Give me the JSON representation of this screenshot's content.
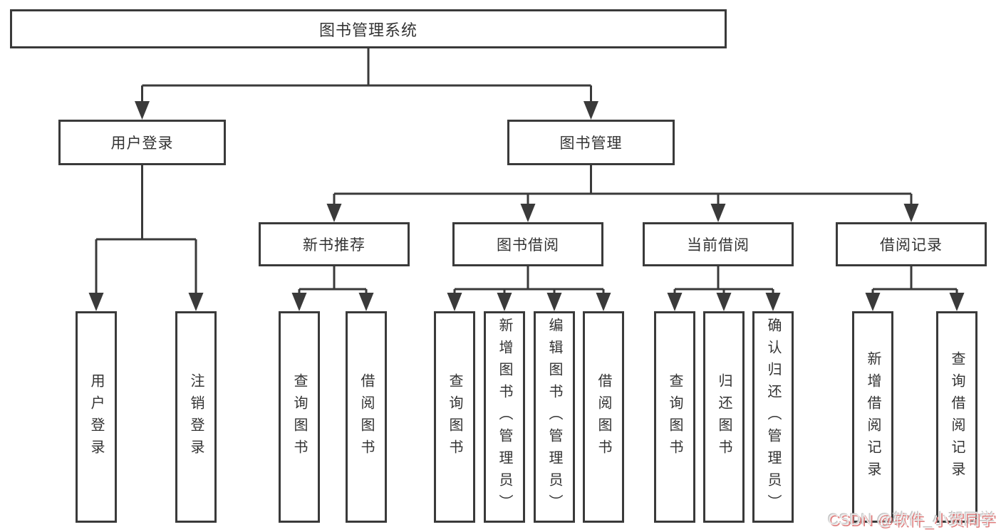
{
  "diagram": {
    "title": "图书管理系统",
    "level2": {
      "user_login": "用户登录",
      "book_management": "图书管理"
    },
    "level3": {
      "new_book_recommend": "新书推荐",
      "book_borrow": "图书借阅",
      "current_borrow": "当前借阅",
      "borrow_records": "借阅记录"
    },
    "leaves": {
      "user_login": [
        "用户登录",
        "注销登录"
      ],
      "new_book_recommend": [
        "查询图书",
        "借阅图书"
      ],
      "book_borrow": [
        "查询图书",
        "新增图书（管理员）",
        "编辑图书（管理员）",
        "借阅图书"
      ],
      "current_borrow": [
        "查询图书",
        "归还图书",
        "确认归还（管理员）"
      ],
      "borrow_records": [
        "新增借阅记录",
        "查询借阅记录"
      ]
    }
  },
  "watermark": "CSDN @软件_小贺同学",
  "colors": {
    "line": "#3a3a3a",
    "text": "#333333",
    "background": "#ffffff",
    "watermark_text": "#e8e8e8",
    "watermark_shadow": "#e08080"
  }
}
